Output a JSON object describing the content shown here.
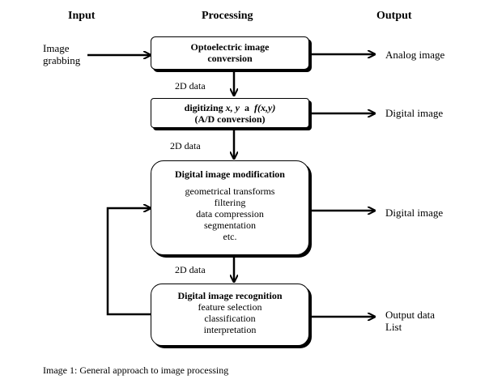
{
  "headers": {
    "input": "Input",
    "processing": "Processing",
    "output": "Output"
  },
  "input_label": [
    "Image",
    "grabbing"
  ],
  "boxes": {
    "optoelectric": {
      "line1": "Optoelectric image",
      "line2": "conversion"
    },
    "digitizing": {
      "line1_pre": "digitizing ",
      "line1_vars": "x, y",
      "line1_mid": "  a  ",
      "line1_func": "f(x,y)",
      "line2": "(A/D conversion)"
    },
    "modification": {
      "title": "Digital image modification",
      "items": [
        "geometrical transforms",
        "filtering",
        "data compression",
        "segmentation",
        "etc."
      ]
    },
    "recognition": {
      "title": "Digital image recognition",
      "items": [
        "feature selection",
        "classification",
        "interpretation"
      ]
    }
  },
  "flow_labels": [
    "2D data",
    "2D data",
    "2D data"
  ],
  "outputs": [
    "Analog image",
    "Digital image",
    "Digital image",
    "Output data",
    "List"
  ],
  "caption": "Image 1: General approach to image processing"
}
